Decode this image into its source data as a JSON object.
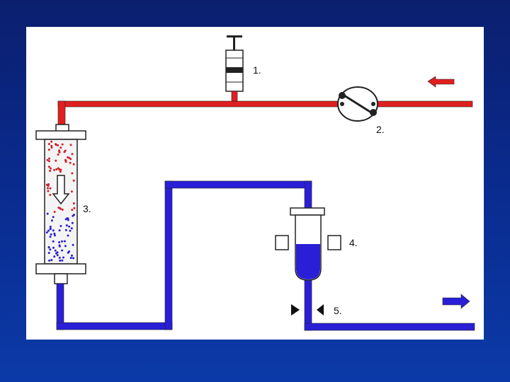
{
  "labels": {
    "syringe": "1.",
    "valve": "2.",
    "column": "3.",
    "detector": "4.",
    "outlet_valve": "5."
  },
  "colors": {
    "slide_background": "#0a2a8c",
    "mobile_phase_in": "#e0201f",
    "eluent_out": "#2a1fd6",
    "panel": "#ffffff"
  }
}
